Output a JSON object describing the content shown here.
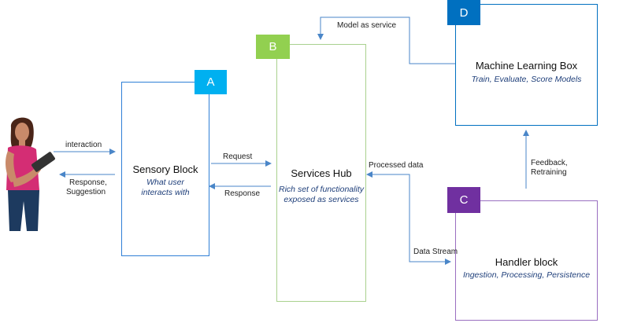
{
  "colors": {
    "blue_box": "#2f7fd6",
    "badge_a": "#00b0f0",
    "badge_b": "#92d050",
    "badge_c": "#7030a0",
    "badge_d": "#0070c0",
    "green_box": "#a9d18e",
    "purple_box": "#9a6fc0",
    "arrow": "#4a86c8"
  },
  "person": {
    "icon": "person-with-tablet-icon"
  },
  "blocks": {
    "a": {
      "badge": "A",
      "title": "Sensory Block",
      "subtitle_line1": "What user",
      "subtitle_line2": "interacts with"
    },
    "b": {
      "badge": "B",
      "title": "Services Hub",
      "subtitle_line1": "Rich set of functionality",
      "subtitle_line2": "exposed as services"
    },
    "c": {
      "badge": "C",
      "title": "Handler block",
      "subtitle": "Ingestion, Processing, Persistence"
    },
    "d": {
      "badge": "D",
      "title": "Machine Learning Box",
      "subtitle": "Train, Evaluate, Score Models"
    }
  },
  "labels": {
    "interaction": "interaction",
    "response_line1": "Response,",
    "response_line2": "Suggestion",
    "request": "Request",
    "response": "Response",
    "processed_data": "Processed data",
    "data_stream": "Data Stream",
    "feedback_line1": "Feedback,",
    "feedback_line2": "Retraining",
    "model_as_service": "Model as service"
  }
}
